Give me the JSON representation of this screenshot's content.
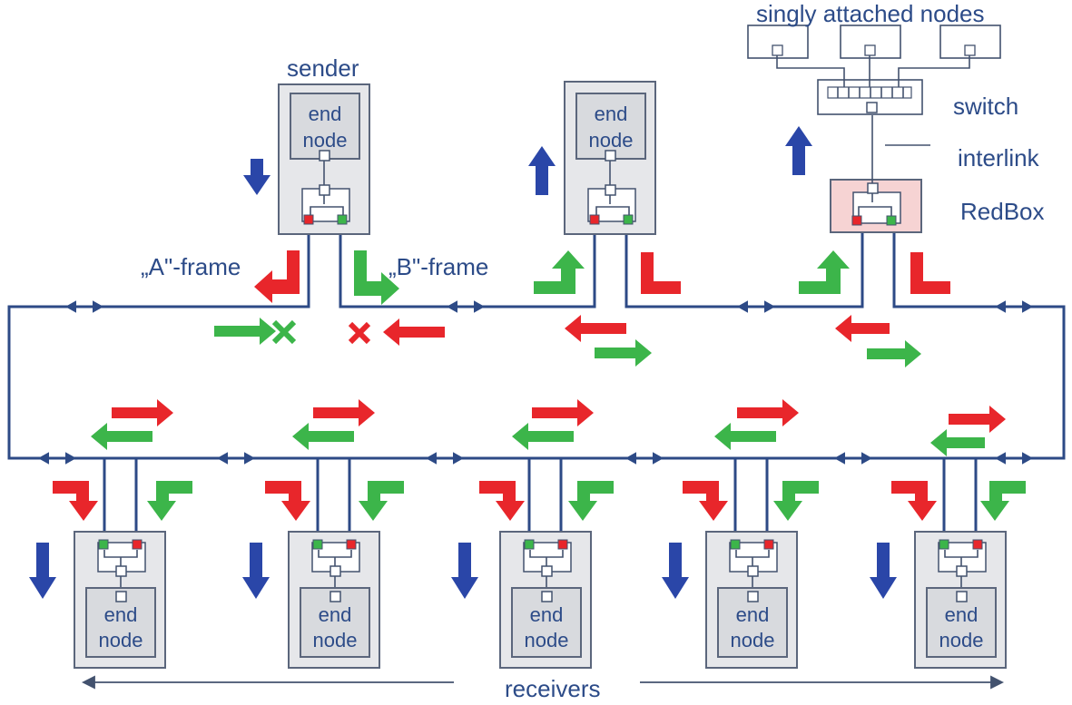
{
  "labels": {
    "sender": "sender",
    "a_frame": "„A\"-frame",
    "b_frame": "„B\"-frame",
    "singly_attached_nodes": "singly attached nodes",
    "switch": "switch",
    "interlink": "interlink",
    "redbox": "RedBox",
    "receivers": "receivers"
  },
  "node_text": {
    "line1": "end",
    "line2": "node"
  },
  "colors": {
    "ring": "#2d4a86",
    "text": "#2c4b88",
    "frame_a": "#e8262b",
    "frame_b": "#3cb54a",
    "direction_arrow": "#2a46a8",
    "node_fill": "#e6e7ea",
    "node_border": "#5b667c",
    "redbox_fill": "#f6d3d3"
  }
}
